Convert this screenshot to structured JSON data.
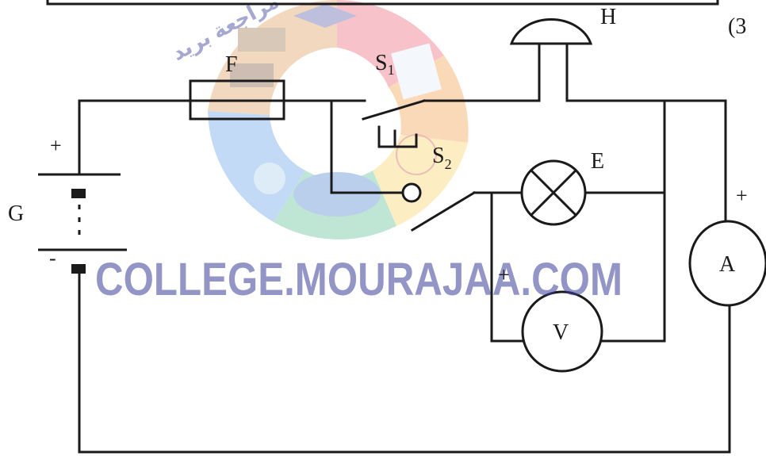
{
  "diagram": {
    "question_number": "(3",
    "labels": {
      "fuse": "F",
      "switch_1_letter": "S",
      "switch_1_sub": "1",
      "switch_2_letter": "S",
      "switch_2_sub": "2",
      "horn": "H",
      "lamp": "E",
      "generator": "G",
      "ammeter": "A",
      "voltmeter": "V",
      "plus_generator": "+",
      "minus_generator": "-",
      "plus_ammeter": "+",
      "plus_voltmeter": "+"
    }
  },
  "watermark": {
    "text": "COLLEGE.MOURAJAA.COM",
    "color": "#3b3f9a",
    "arabic_text": "مراجعة بريد",
    "ring_colors": [
      "#e84a5f",
      "#f7c948",
      "#3fb27f",
      "#4a90e2",
      "#f28e2b"
    ]
  },
  "colors": {
    "ink": "#1a1a1a"
  }
}
